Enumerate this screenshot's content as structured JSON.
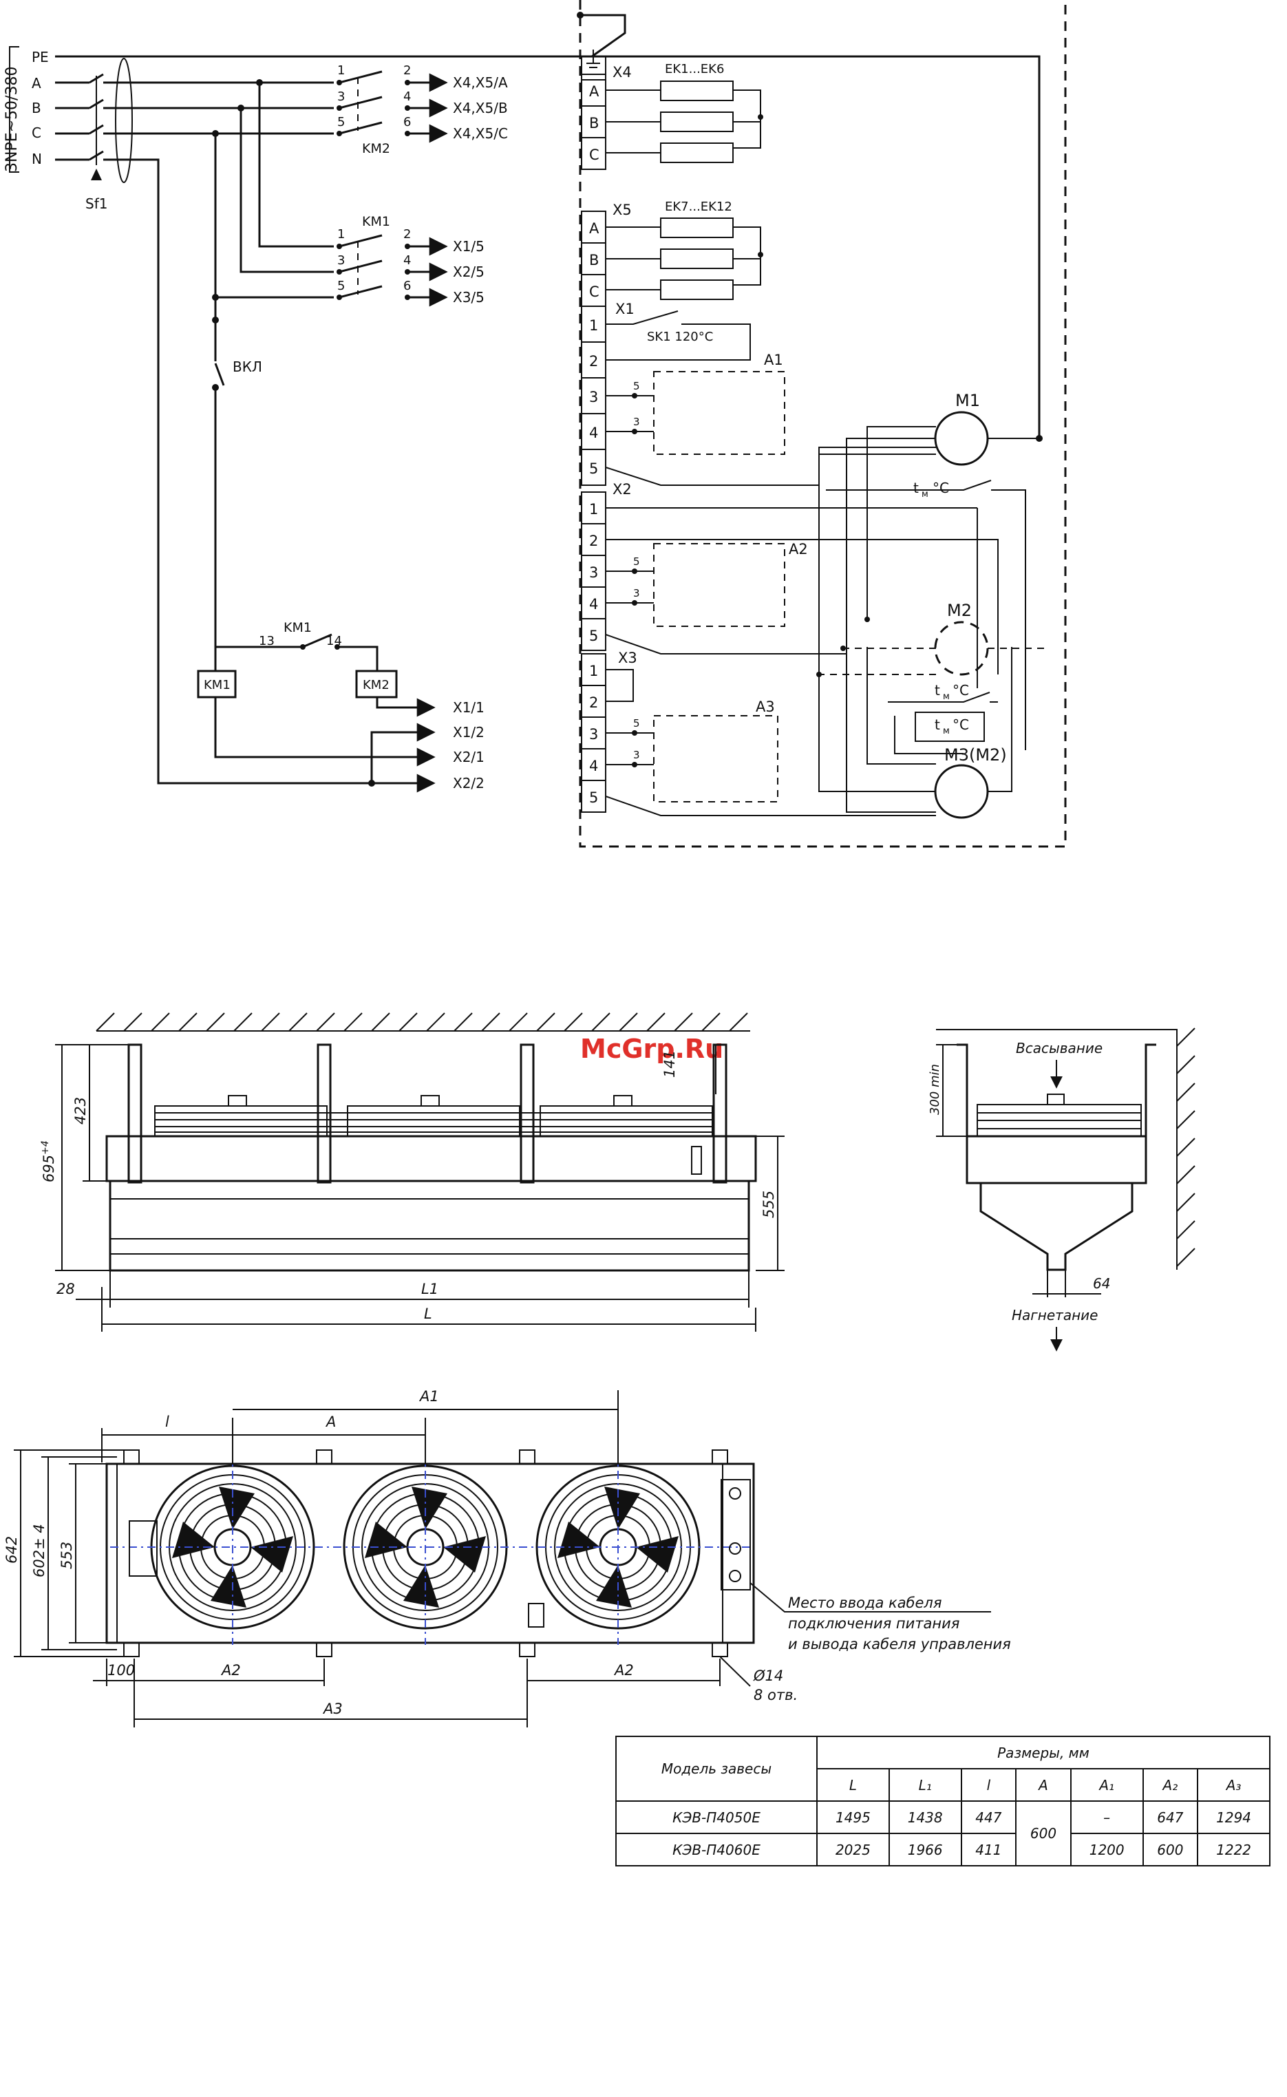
{
  "watermark": "McGrp.Ru",
  "schematic": {
    "supply": "3NPE~50/380",
    "bus": [
      "PE",
      "A",
      "B",
      "C",
      "N"
    ],
    "breaker": "Sf1",
    "switch": "ВКЛ",
    "km1": "KM1",
    "km2": "KM2",
    "contacts_km2": [
      {
        "in": "1",
        "out": "2",
        "target": "X4,X5/A"
      },
      {
        "in": "3",
        "out": "4",
        "target": "X4,X5/B"
      },
      {
        "in": "5",
        "out": "6",
        "target": "X4,X5/C"
      }
    ],
    "contacts_km1": [
      {
        "in": "1",
        "out": "2",
        "target": "X1/5"
      },
      {
        "in": "3",
        "out": "4",
        "target": "X2/5"
      },
      {
        "in": "5",
        "out": "6",
        "target": "X3/5"
      }
    ],
    "interlock": {
      "label": "KM1",
      "in": "13",
      "out": "14"
    },
    "outputs": [
      "X1/1",
      "X1/2",
      "X2/1",
      "X2/2"
    ],
    "x4": {
      "name": "X4",
      "heaters": "EK1...EK6",
      "terms": [
        "A",
        "B",
        "C"
      ]
    },
    "x5": {
      "name": "X5",
      "heaters": "EK7...EK12",
      "terms": [
        "A",
        "B",
        "C"
      ]
    },
    "x1": {
      "name": "X1",
      "terms": [
        "1",
        "2",
        "3",
        "4",
        "5"
      ],
      "thermostat": "SK1   120°C",
      "board": "A1"
    },
    "x2": {
      "name": "X2",
      "terms": [
        "1",
        "2",
        "3",
        "4",
        "5"
      ],
      "board": "A2"
    },
    "x3": {
      "name": "X3",
      "terms": [
        "1",
        "2",
        "3",
        "4",
        "5"
      ],
      "board": "A3"
    },
    "pin5": "5",
    "pin3": "3",
    "motors": {
      "m1": "M1",
      "m2": "M2",
      "m3": "M3(M2)"
    },
    "thermo": "t",
    "thermo_sub": "м",
    "thermo_unit": "°C"
  },
  "side_view": {
    "d423": "423",
    "d695": "695",
    "d695_tol": "+4",
    "d555": "555",
    "d28": "28",
    "d141": "141",
    "L1": "L1",
    "L": "L"
  },
  "end_view": {
    "d300": "300 min",
    "intake": "Всасывание",
    "outlet": "Нагнетание",
    "d64": "64"
  },
  "top_view": {
    "l": "l",
    "A": "A",
    "A1": "A1",
    "A2_left": "A2",
    "A2_right": "A2",
    "A3": "A3",
    "d642": "642",
    "d602": "602± 4",
    "d553": "553",
    "d100": "100",
    "hole": "Ø14",
    "holes": "8 отв.",
    "cable1": "Место ввода кабеля",
    "cable2": "подключения питания",
    "cable3": "и вывода кабеля управления"
  },
  "table": {
    "col_model": "Модель завесы",
    "col_dims": "Размеры, мм",
    "headers": [
      "L",
      "L₁",
      "l",
      "A",
      "A₁",
      "A₂",
      "A₃"
    ],
    "rows": [
      {
        "model": "КЭВ-П4050Е",
        "L": "1495",
        "L1": "1438",
        "l": "447",
        "A": "600",
        "A1": "–",
        "A2": "647",
        "A3": "1294"
      },
      {
        "model": "КЭВ-П4060Е",
        "L": "2025",
        "L1": "1966",
        "l": "411",
        "A1": "1200",
        "A2": "600",
        "A3": "1222"
      }
    ]
  }
}
